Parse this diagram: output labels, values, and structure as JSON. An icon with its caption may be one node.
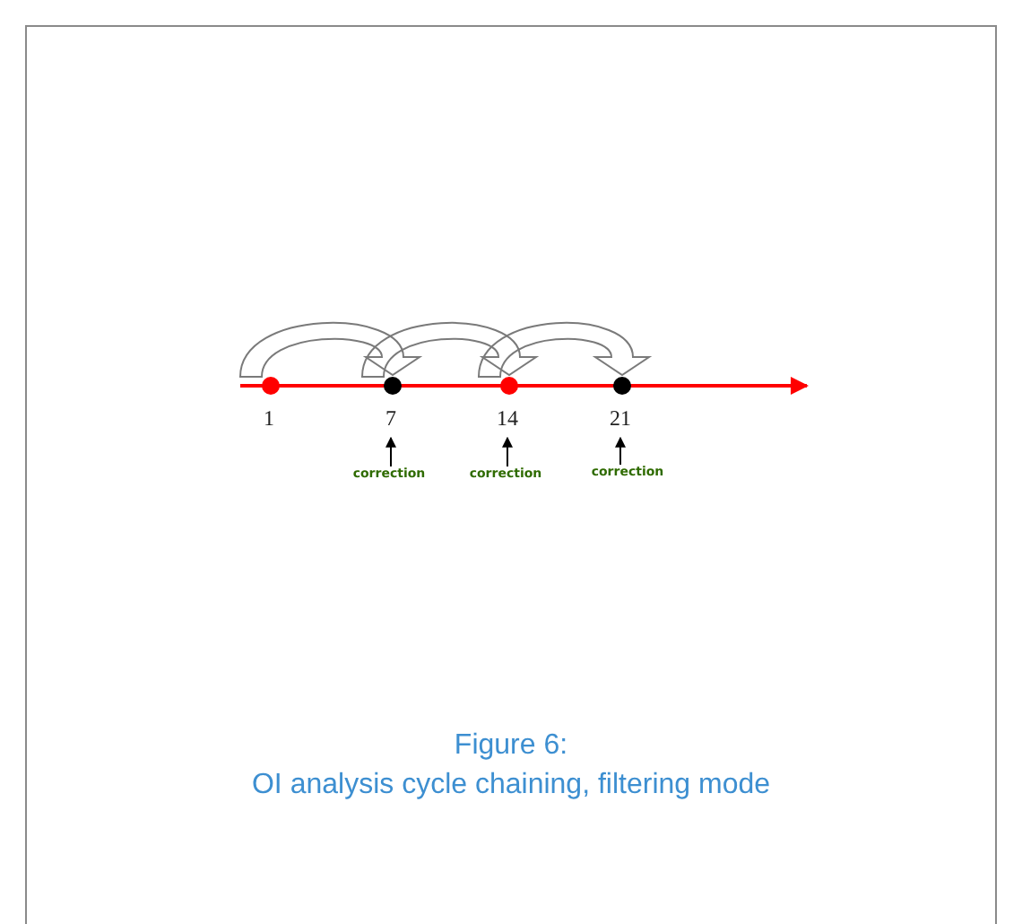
{
  "diagram": {
    "title": "Figure 6:",
    "caption": "OI analysis cycle chaining, filtering mode",
    "nodes": [
      {
        "text": [],
        "shape": "circle",
        "beside": [
          "1"
        ]
      },
      {
        "text": [],
        "shape": "circle",
        "beside": [
          "7"
        ]
      },
      {
        "text": [],
        "shape": "circle",
        "beside": [
          "14"
        ]
      },
      {
        "text": [],
        "shape": "circle",
        "beside": [
          "21"
        ]
      },
      {
        "text": [
          "correction"
        ]
      },
      {
        "text": [
          "correction"
        ]
      },
      {
        "text": [
          "correction"
        ]
      }
    ],
    "edges": [
      {
        "from": 0,
        "to": 1,
        "arrow": "to"
      },
      {
        "from": 1,
        "to": 2,
        "arrow": "to"
      },
      {
        "from": 2,
        "to": 3,
        "arrow": "to"
      },
      {
        "from": 4,
        "to": 1,
        "arrow": "to"
      },
      {
        "from": 5,
        "to": 2,
        "arrow": "to"
      },
      {
        "from": 6,
        "to": 3,
        "arrow": "to"
      }
    ]
  }
}
